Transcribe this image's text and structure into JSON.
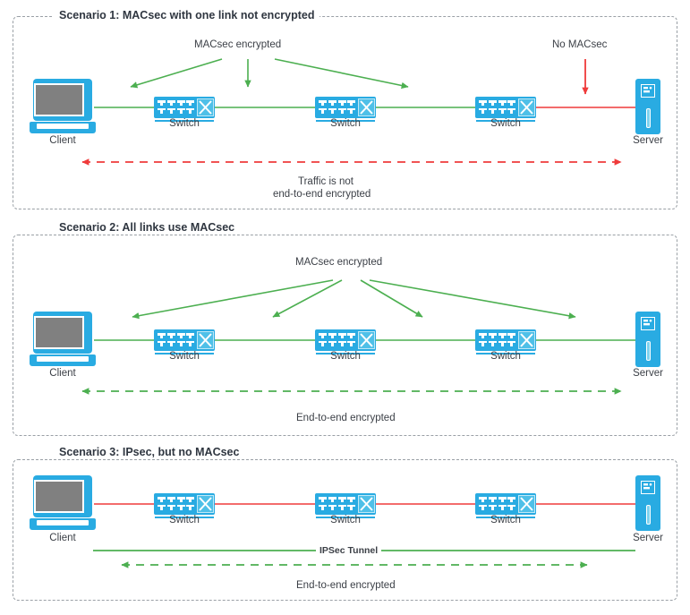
{
  "diagram": {
    "title": "MACsec encryption scenarios",
    "colors": {
      "green": "#4caf50",
      "red": "#ef3b3b",
      "device_blue": "#29abe2",
      "screen_gray": "#808080",
      "border_gray": "#9aa0a6",
      "text": "#3b3f46"
    }
  },
  "scenarios": [
    {
      "id": "scenario-1",
      "title": "Scenario 1: MACsec with one link not encrypted",
      "annotations": {
        "encrypted_label": "MACsec encrypted",
        "unencrypted_label": "No MACsec",
        "summary_line1": "Traffic is not",
        "summary_line2": "end-to-end encrypted"
      },
      "devices": [
        {
          "type": "client",
          "label": "Client"
        },
        {
          "type": "switch",
          "label": "Switch"
        },
        {
          "type": "switch",
          "label": "Switch"
        },
        {
          "type": "switch",
          "label": "Switch"
        },
        {
          "type": "server",
          "label": "Server"
        }
      ],
      "links": [
        {
          "from": "Client",
          "to": "Switch 1",
          "encrypted": true,
          "color": "#4caf50"
        },
        {
          "from": "Switch 1",
          "to": "Switch 2",
          "encrypted": true,
          "color": "#4caf50"
        },
        {
          "from": "Switch 2",
          "to": "Switch 3",
          "encrypted": true,
          "color": "#4caf50"
        },
        {
          "from": "Switch 3",
          "to": "Server",
          "encrypted": false,
          "color": "#ef3b3b"
        }
      ],
      "end_to_end_arrow": {
        "color": "#ef3b3b",
        "style": "dashed",
        "direction": "both"
      }
    },
    {
      "id": "scenario-2",
      "title": "Scenario 2: All links use MACsec",
      "annotations": {
        "encrypted_label": "MACsec encrypted",
        "summary_line1": "End-to-end encrypted"
      },
      "devices": [
        {
          "type": "client",
          "label": "Client"
        },
        {
          "type": "switch",
          "label": "Switch"
        },
        {
          "type": "switch",
          "label": "Switch"
        },
        {
          "type": "switch",
          "label": "Switch"
        },
        {
          "type": "server",
          "label": "Server"
        }
      ],
      "links": [
        {
          "from": "Client",
          "to": "Switch 1",
          "encrypted": true,
          "color": "#4caf50"
        },
        {
          "from": "Switch 1",
          "to": "Switch 2",
          "encrypted": true,
          "color": "#4caf50"
        },
        {
          "from": "Switch 2",
          "to": "Switch 3",
          "encrypted": true,
          "color": "#4caf50"
        },
        {
          "from": "Switch 3",
          "to": "Server",
          "encrypted": true,
          "color": "#4caf50"
        }
      ],
      "end_to_end_arrow": {
        "color": "#4caf50",
        "style": "dashed",
        "direction": "both"
      }
    },
    {
      "id": "scenario-3",
      "title": "Scenario 3: IPsec, but no MACsec",
      "annotations": {
        "tunnel_label": "IPSec Tunnel",
        "summary_line1": "End-to-end encrypted"
      },
      "devices": [
        {
          "type": "client",
          "label": "Client"
        },
        {
          "type": "switch",
          "label": "Switch"
        },
        {
          "type": "switch",
          "label": "Switch"
        },
        {
          "type": "switch",
          "label": "Switch"
        },
        {
          "type": "server",
          "label": "Server"
        }
      ],
      "links": [
        {
          "from": "Client",
          "to": "Switch 1",
          "encrypted": false,
          "color": "#ef3b3b"
        },
        {
          "from": "Switch 1",
          "to": "Switch 2",
          "encrypted": false,
          "color": "#ef3b3b"
        },
        {
          "from": "Switch 2",
          "to": "Switch 3",
          "encrypted": false,
          "color": "#ef3b3b"
        },
        {
          "from": "Switch 3",
          "to": "Server",
          "encrypted": false,
          "color": "#ef3b3b"
        }
      ],
      "tunnel": {
        "color": "#4caf50",
        "style": "solid"
      },
      "end_to_end_arrow": {
        "color": "#4caf50",
        "style": "dashed",
        "direction": "both"
      }
    }
  ]
}
